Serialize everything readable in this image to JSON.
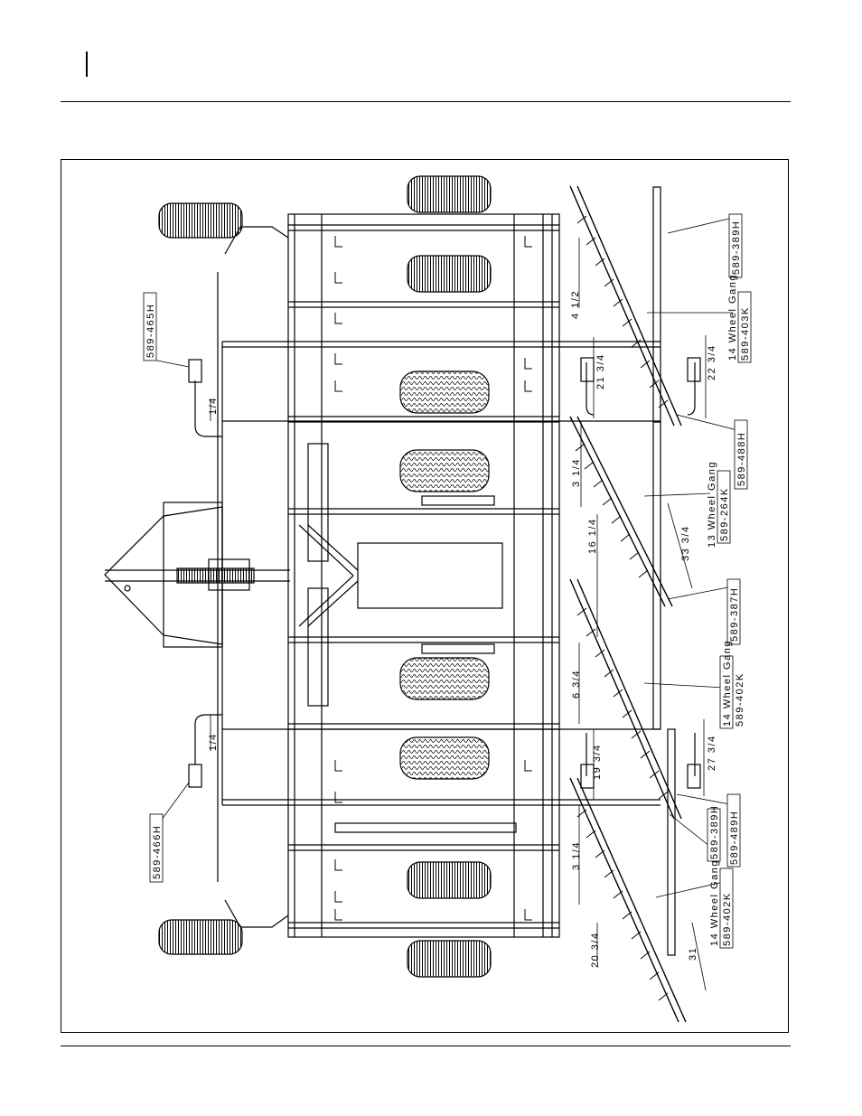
{
  "labels": {
    "l465H": "589-465H",
    "l466H": "589-466H",
    "l389H_top": "589-389H",
    "g1_name": "14 Wheel Gang",
    "g1_part": "589-403K",
    "l488H": "589-488H",
    "g2_name": "13 Wheel Gang",
    "g2_part": "589-264K",
    "l387H": "589-387H",
    "g3_name": "14 Wheel Gang",
    "g3_part": "589-402K",
    "l489H": "589-489H",
    "l389H_bot": "589-389H",
    "g4_name": "14 Wheel Gang",
    "g4_part": "589-402K"
  },
  "dimensions": {
    "d_4_1_2": "4 1/2",
    "d_21_3_4": "21 3/4",
    "d_22_3_4": "22 3/4",
    "d_1_4_a": "1/4",
    "d_3_1_4_a": "3 1/4",
    "d_16_1_4": "16 1/4",
    "d_33_3_4": "33 3/4",
    "d_6_3_4": "6 3/4",
    "d_19_3_4": "19 3/4",
    "d_27_3_4": "27 3/4",
    "d_1_4_b": "1/4",
    "d_3_1_4_b": "3 1/4",
    "d_20_3_4": "20 3/4",
    "d_31": "31"
  }
}
